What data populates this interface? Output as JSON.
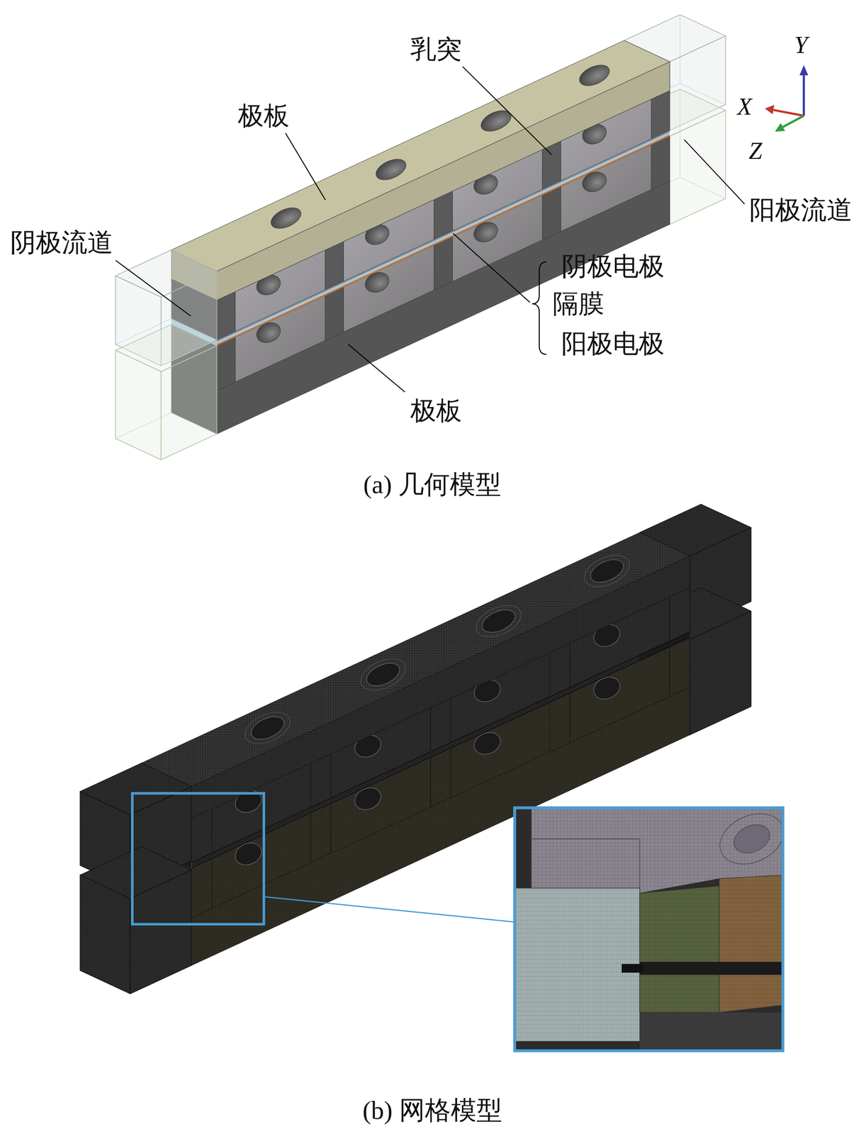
{
  "diagram": {
    "labels": [
      "乳突",
      "极板",
      "阳极流道",
      "阴极流道",
      "阴极电极",
      "隔膜",
      "阳极电极",
      "极板",
      "Y",
      "X",
      "Z",
      "(a) 几何模型",
      "(b) 网格模型"
    ]
  }
}
